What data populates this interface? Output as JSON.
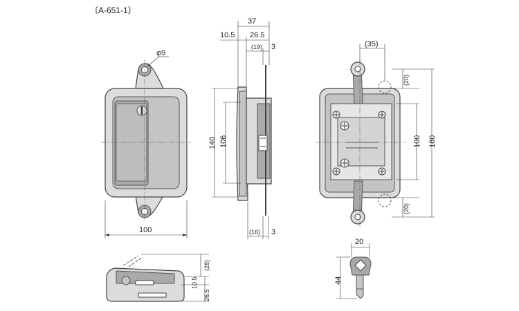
{
  "drawing": {
    "code": "〔A-651-1〕",
    "front_view": {
      "hole_label": "φ9",
      "width_label": "100"
    },
    "side_view": {
      "top_dims": [
        "37",
        "10.5",
        "26.5",
        "(19)",
        "3"
      ],
      "height_labels": [
        "140",
        "106"
      ],
      "bottom_dims": [
        "(16)",
        "3"
      ]
    },
    "back_view": {
      "top_dim": "(35)",
      "right_dims": [
        "(20)",
        "100",
        "180",
        "(20)"
      ]
    },
    "bottom_view": {
      "dims": [
        "(28)",
        "10.5",
        "26.5"
      ]
    },
    "key_view": {
      "width_label": "20",
      "height_label": "44"
    }
  }
}
